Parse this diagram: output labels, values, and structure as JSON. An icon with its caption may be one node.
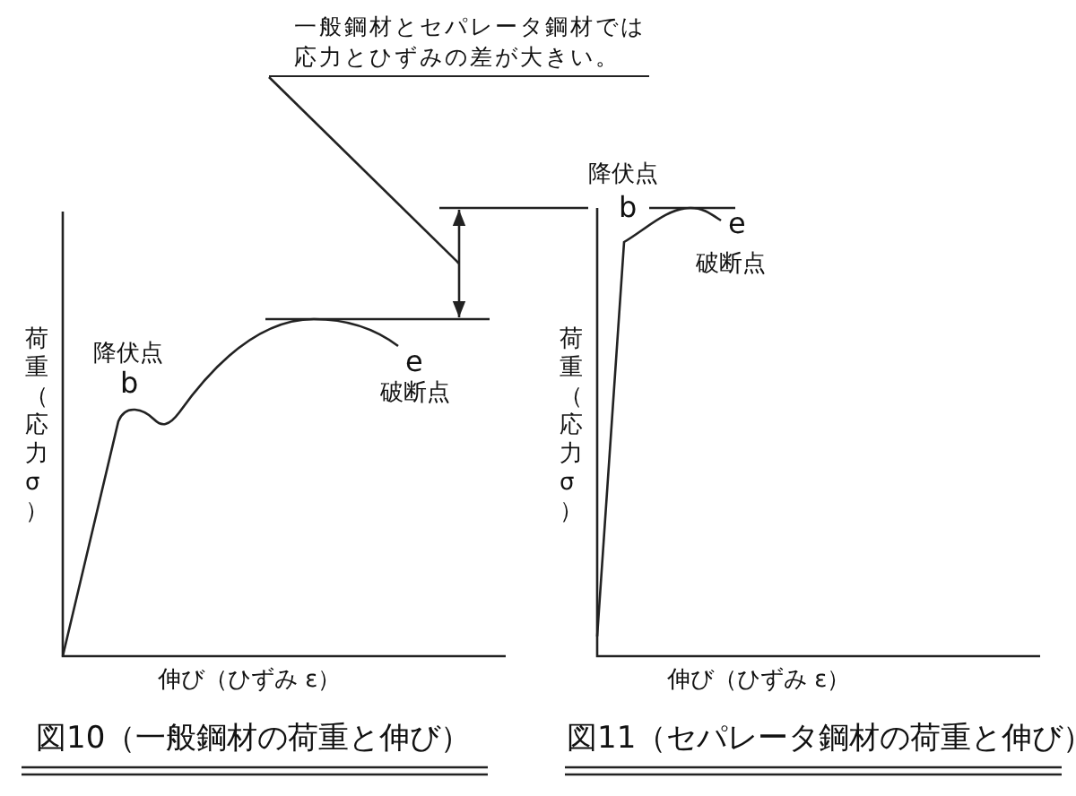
{
  "diagram": {
    "nodes": [
      {
        "text": [
          "一般鋼材とセパレータ鋼材では応力とひずみの差が大きい。"
        ]
      },
      {
        "text": [],
        "shape": "arrow"
      }
    ],
    "edges": [
      {
        "from": 0,
        "to": 1,
        "arrow": "none"
      }
    ],
    "labels": [
      "荷重（応力σ）",
      "降伏点",
      "b",
      "e",
      "破断点",
      "伸び（ひずみ ε）",
      "図10（一般鋼材の荷重と伸び）",
      "荷重（応力σ）",
      "降伏点",
      "b",
      "e",
      "破断点",
      "伸び（ひずみ ε）",
      "図11（セパレータ鋼材の荷重と伸び）"
    ]
  }
}
